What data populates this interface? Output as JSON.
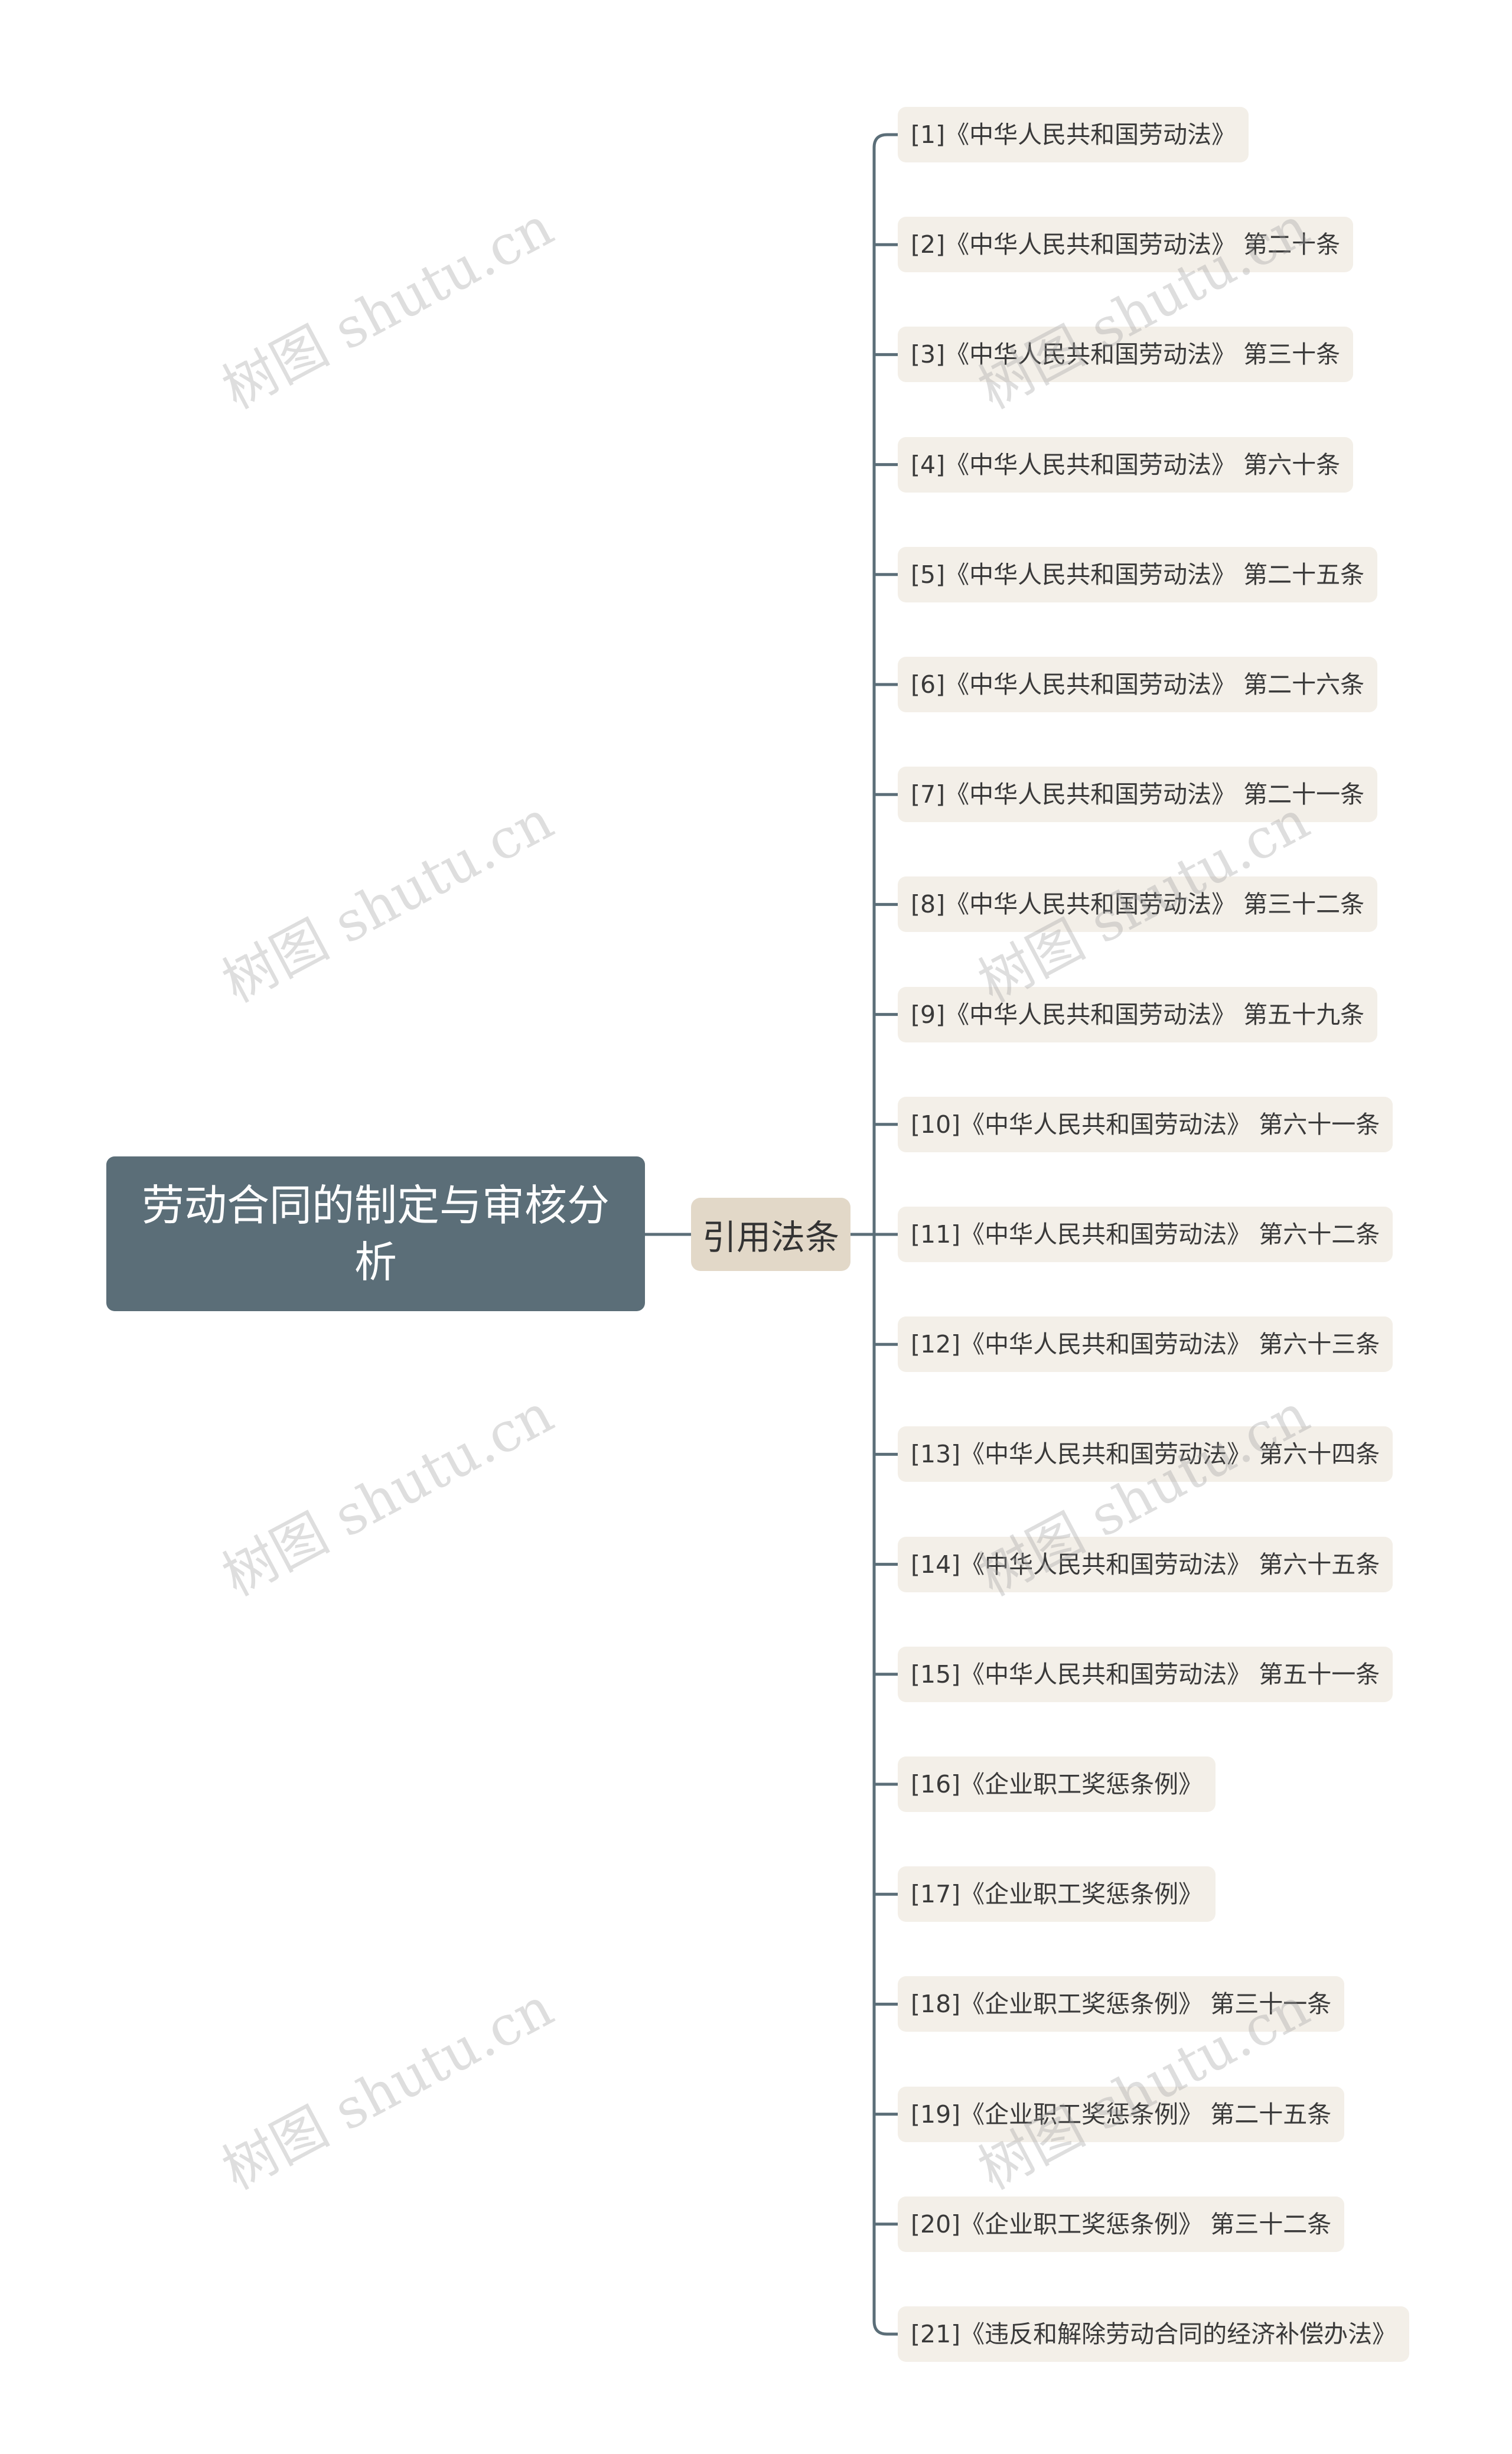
{
  "root": {
    "label": "劳动合同的制定与审核分析"
  },
  "branch": {
    "label": "引用法条"
  },
  "leaves": [
    "[1]《中华人民共和国劳动法》",
    "[2]《中华人民共和国劳动法》 第二十条",
    "[3]《中华人民共和国劳动法》 第三十条",
    "[4]《中华人民共和国劳动法》 第六十条",
    "[5]《中华人民共和国劳动法》 第二十五条",
    "[6]《中华人民共和国劳动法》 第二十六条",
    "[7]《中华人民共和国劳动法》 第二十一条",
    "[8]《中华人民共和国劳动法》 第三十二条",
    "[9]《中华人民共和国劳动法》 第五十九条",
    "[10]《中华人民共和国劳动法》 第六十一条",
    "[11]《中华人民共和国劳动法》 第六十二条",
    "[12]《中华人民共和国劳动法》 第六十三条",
    "[13]《中华人民共和国劳动法》 第六十四条",
    "[14]《中华人民共和国劳动法》 第六十五条",
    "[15]《中华人民共和国劳动法》 第五十一条",
    "[16]《企业职工奖惩条例》",
    "[17]《企业职工奖惩条例》",
    "[18]《企业职工奖惩条例》 第三十一条",
    "[19]《企业职工奖惩条例》 第二十五条",
    "[20]《企业职工奖惩条例》 第三十二条",
    "[21]《违反和解除劳动合同的经济补偿办法》"
  ],
  "watermark": "树图 shutu.cn",
  "colors": {
    "root": "#5b6e78",
    "branch": "#e2d8c8",
    "leaf": "#f3efe8",
    "connector": "#5b6e78"
  }
}
